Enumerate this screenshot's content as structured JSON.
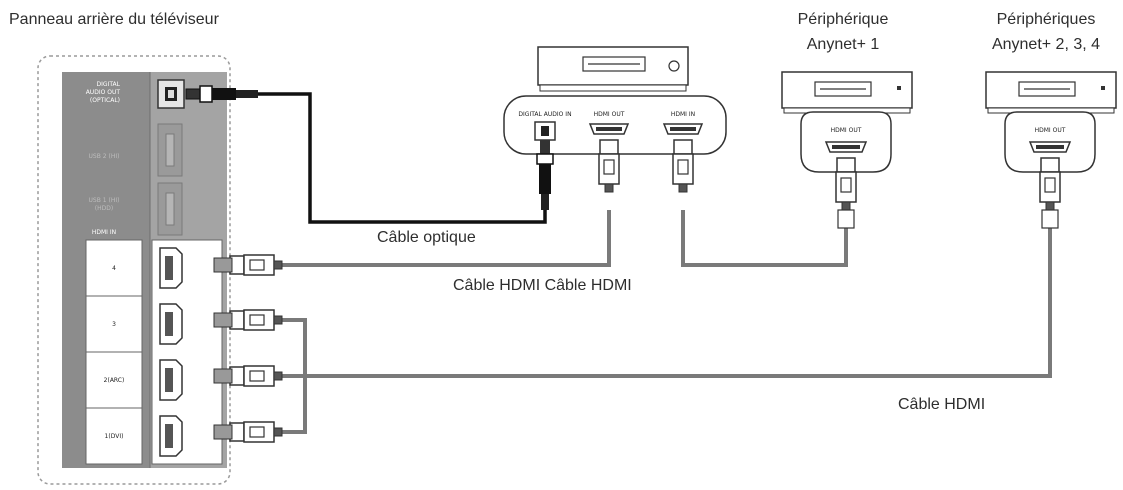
{
  "labels": {
    "tv_panel": "Panneau arrière du téléviseur",
    "device1_line1": "Périphérique",
    "device1_line2": "Anynet+ 1",
    "devices_line1": "Périphériques",
    "devices_line2": "Anynet+ 2, 3, 4",
    "optical_cable": "Câble optique",
    "hdmi_cables_pair": "Câble HDMI Câble HDMI",
    "hdmi_cable": "Câble HDMI"
  },
  "tv_ports": {
    "digital_audio_out": [
      "DIGITAL",
      "AUDIO OUT",
      "(OPTICAL)"
    ],
    "usb2": "USB 2 (HI)",
    "usb1": [
      "USB 1 (HI)",
      "(HDD)"
    ],
    "hdmi_in_header": "HDMI IN",
    "hdmi_ports": [
      "4",
      "3",
      "2(ARC)",
      "1(DVI)"
    ]
  },
  "receiver_ports": {
    "digital_audio_in": "DIGITAL AUDIO IN",
    "hdmi_out": "HDMI OUT",
    "hdmi_in": "HDMI IN"
  },
  "anynet1_port": "HDMI OUT",
  "anynet234_port": "HDMI OUT",
  "colors": {
    "panel_gray": "#8c8c8c",
    "cable": "#7a7a7a",
    "optical_cable": "#111111"
  }
}
